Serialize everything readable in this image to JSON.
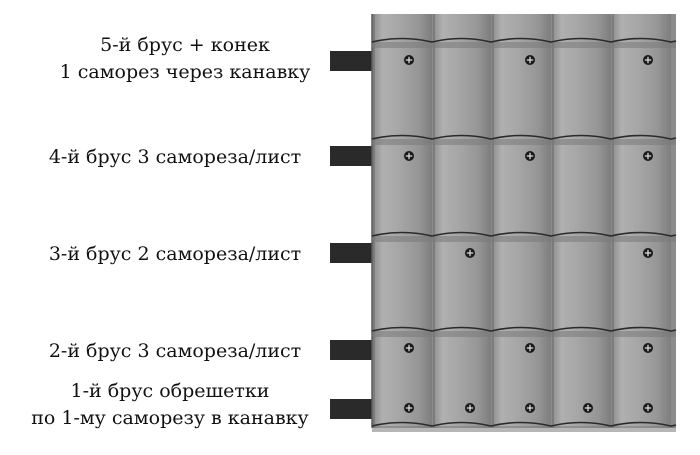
{
  "rows": [
    {
      "id": "5",
      "lines": [
        "5-й брус + конек",
        "1 саморез через канавку"
      ]
    },
    {
      "id": "4",
      "lines": [
        "4-й брус 3 самореза/лист"
      ]
    },
    {
      "id": "3",
      "lines": [
        "3-й брус 2 самореза/лист"
      ]
    },
    {
      "id": "2",
      "lines": [
        "2-й брус 3 самореза/лист"
      ]
    },
    {
      "id": "1",
      "lines": [
        "1-й брус обрешетки",
        "по 1-му саморезу в канавку"
      ]
    }
  ],
  "colors": {
    "sheet_light": "#bdbdbd",
    "sheet_mid": "#9e9e9e",
    "sheet_dark": "#7f7f7f",
    "batten": "#2a2a2a",
    "text": "#111111",
    "screw": "#1a1a1a"
  }
}
